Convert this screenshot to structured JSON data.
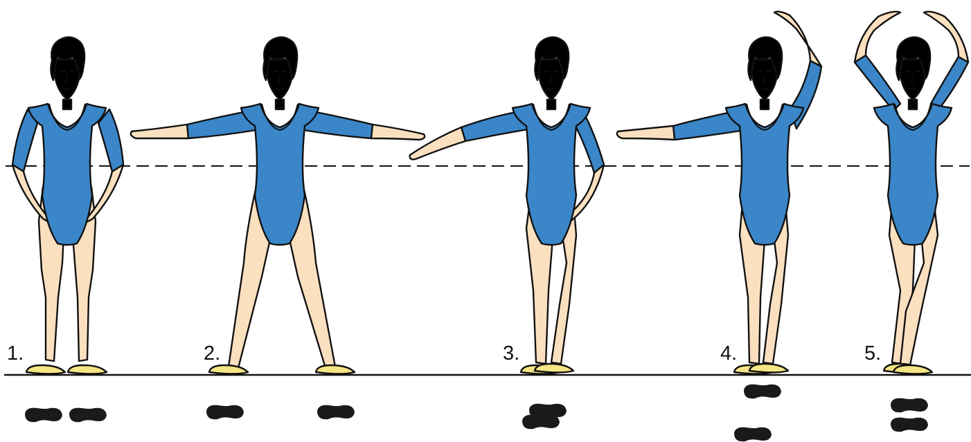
{
  "labels": {
    "p1": "1.",
    "p2": "2.",
    "p3": "3.",
    "p4": "4.",
    "p5": "5."
  },
  "colors": {
    "leotard": "#3a86c8",
    "skin": "#fbe0c0",
    "hair": "#f6e79b",
    "shoe": "#f5e584",
    "footprint": "#1a1a1a",
    "line": "#111111"
  },
  "lines": {
    "waist_line": "dashed",
    "floor_line": "solid"
  }
}
